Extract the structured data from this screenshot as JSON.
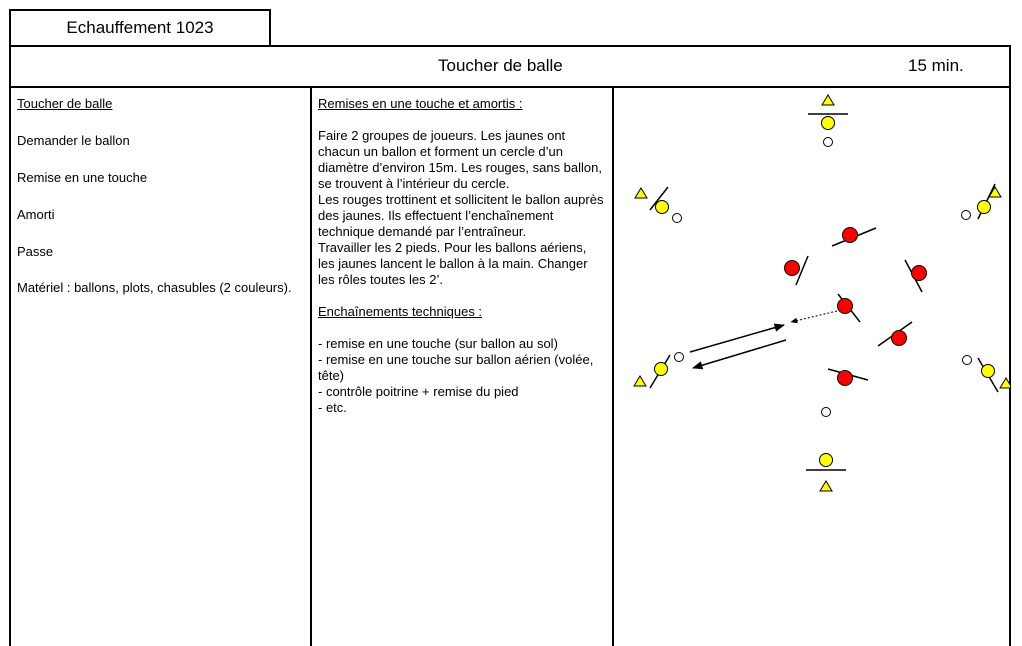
{
  "sheet": {
    "code_label": "Echauffement 1023",
    "exercise_title": "Toucher de balle",
    "duration": "15 min."
  },
  "left_column": {
    "heading": "Toucher de balle",
    "items": [
      "Demander le ballon",
      "Remise en une touche",
      "Amorti",
      "Passe"
    ],
    "material": "Matériel : ballons, plots, chasubles (2 couleurs)."
  },
  "middle_column": {
    "heading": "Remises en une touche et amortis :",
    "paragraphs": [
      "Faire 2 groupes de joueurs. Les jaunes ont chacun un ballon et forment un cercle d’un diamètre d’environ 15m. Les rouges, sans ballon, se trouvent à l’intérieur du cercle.",
      "Les rouges trottinent et sollicitent le ballon auprès des jaunes. Ils effectuent l’enchaînement technique demandé par l’entraîneur.",
      "Travailler les 2 pieds. Pour les ballons aériens, les jaunes lancent le ballon à la main. Changer les rôles toutes les 2’."
    ],
    "sequence_heading": "Enchaînements techniques :",
    "sequence_items": [
      "- remise en une touche (sur ballon au sol)",
      "- remise en une touche sur ballon aérien (volée, tête)",
      "- contrôle poitrine + remise du pied",
      "- etc."
    ]
  },
  "colors": {
    "yellow_player": "#ffff00",
    "red_player": "#ff0000",
    "cone": "#ffff00",
    "ball": "#ffffff",
    "line": "#000000"
  }
}
